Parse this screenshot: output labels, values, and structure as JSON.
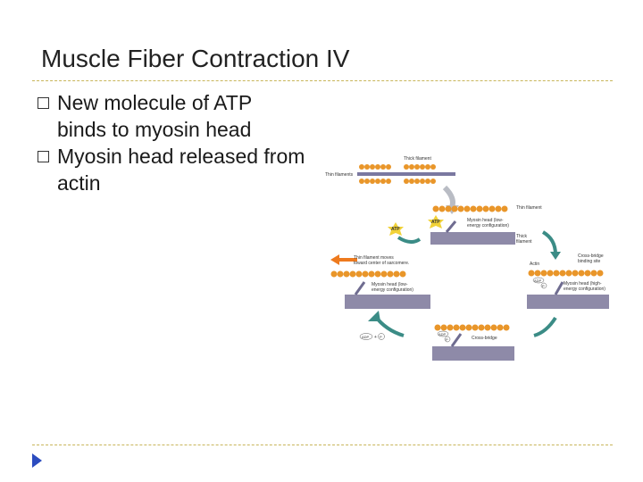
{
  "slide": {
    "title": "Muscle Fiber Contraction IV",
    "bullets": [
      "New molecule of ATP binds to myosin head",
      "Myosin head released from actin"
    ]
  },
  "figure": {
    "labels": {
      "thick_filament": "Thick filament",
      "thin_filaments": "Thin filaments",
      "thin_filament_r": "Thin filament",
      "atp_a": "ATP",
      "atp_b": "ATP",
      "myosin_low_1": "Myosin head (low-",
      "myosin_low_2": "energy configuration)",
      "thick_filament_r1": "Thick",
      "thick_filament_r2": "filament",
      "thin_moves_1": "Thin filament moves",
      "thin_moves_2": "toward center of sarcomere.",
      "actin": "Actin",
      "crossbridge_site_1": "Cross-bridge",
      "crossbridge_site_2": "binding site",
      "adp_r": "ADP",
      "p_r": "P",
      "myosin_high_1": "Myosin head (high-",
      "myosin_high_2": "energy configuration)",
      "myosin_low_l1": "Myosin head (low-",
      "myosin_low_l2": "energy configuration)",
      "adp_b": "ADP",
      "p_b": "P",
      "adp_bl": "ADP",
      "p_bl": "P",
      "cross_bridge": "Cross-bridge"
    },
    "colors": {
      "actin_bead": "#e9962a",
      "thick": "#8e8aa8",
      "arrow_teal": "#3b8c86",
      "arrow_orange": "#ee7a1e",
      "arrow_gray": "#b9bcc4"
    }
  }
}
